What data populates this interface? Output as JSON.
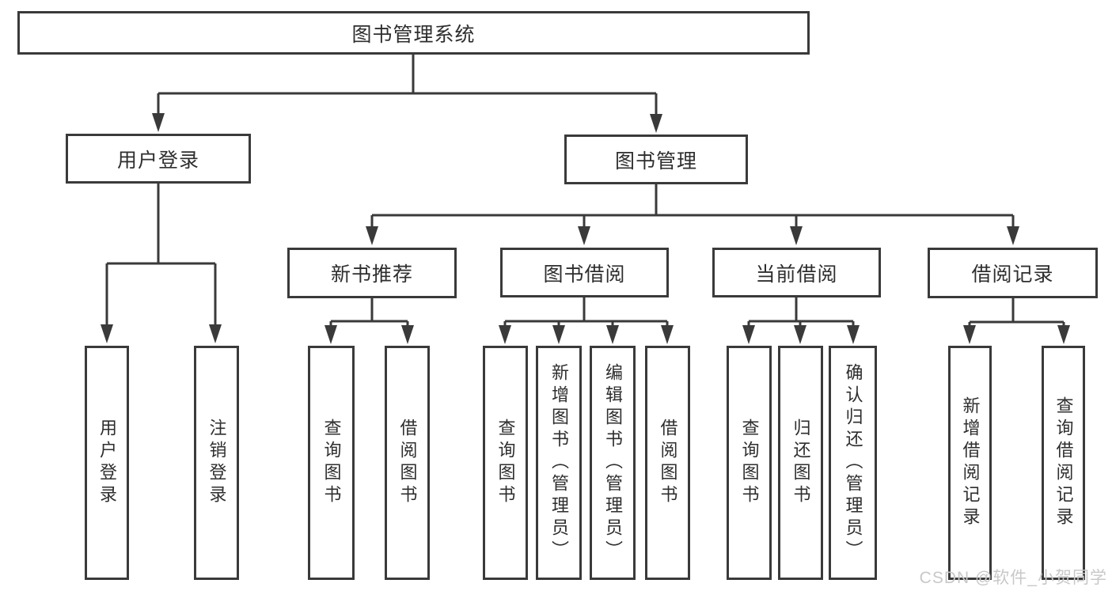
{
  "tree": {
    "root": "图书管理系统",
    "branches": [
      {
        "label": "用户登录",
        "children": [
          "用户登录",
          "注销登录"
        ]
      },
      {
        "label": "图书管理",
        "children": [
          {
            "label": "新书推荐",
            "children": [
              "查询图书",
              "借阅图书"
            ]
          },
          {
            "label": "图书借阅",
            "children": [
              "查询图书",
              "新增图书（管理员）",
              "编辑图书（管理员）",
              "借阅图书"
            ]
          },
          {
            "label": "当前借阅",
            "children": [
              "查询图书",
              "归还图书",
              "确认归还（管理员）"
            ]
          },
          {
            "label": "借阅记录",
            "children": [
              "新增借阅记录",
              "查询借阅记录"
            ]
          }
        ]
      }
    ]
  },
  "watermark": {
    "text": "CSDN @软件_小贺同学"
  },
  "colors": {
    "line": "#3a3a3a",
    "text": "#2e2e2e",
    "background": "#ffffff",
    "watermark": "#c8c8c8"
  }
}
